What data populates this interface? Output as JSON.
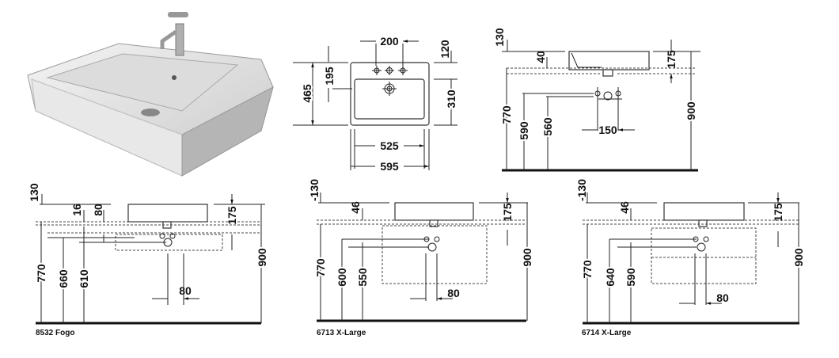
{
  "plan_view": {
    "width_top": "200",
    "top_offset": "120",
    "tap_offset": "195",
    "depth": "465",
    "bowl_depth": "310",
    "bowl_width": "525",
    "width": "595"
  },
  "side_view": {
    "top": "130",
    "rim": "40",
    "height": "175",
    "total": "900",
    "counter": "770",
    "supply": "590",
    "drain": "560",
    "tap_spacing": "150"
  },
  "installations": [
    {
      "caption": "8532 Fogo",
      "top": "130",
      "d1": "16",
      "d2": "80",
      "height": "175",
      "total": "900",
      "counter": "770",
      "h1": "660",
      "h2": "610",
      "spacing": "80"
    },
    {
      "caption": "6713 X-Large",
      "top": "-130",
      "d1": "46",
      "height": "175",
      "total": "900",
      "counter": "770",
      "h1": "600",
      "h2": "550",
      "spacing": "80"
    },
    {
      "caption": "6714  X-Large",
      "top": "-130",
      "d1": "46",
      "height": "175",
      "total": "900",
      "counter": "770",
      "h1": "640",
      "h2": "590",
      "spacing": "80"
    }
  ]
}
